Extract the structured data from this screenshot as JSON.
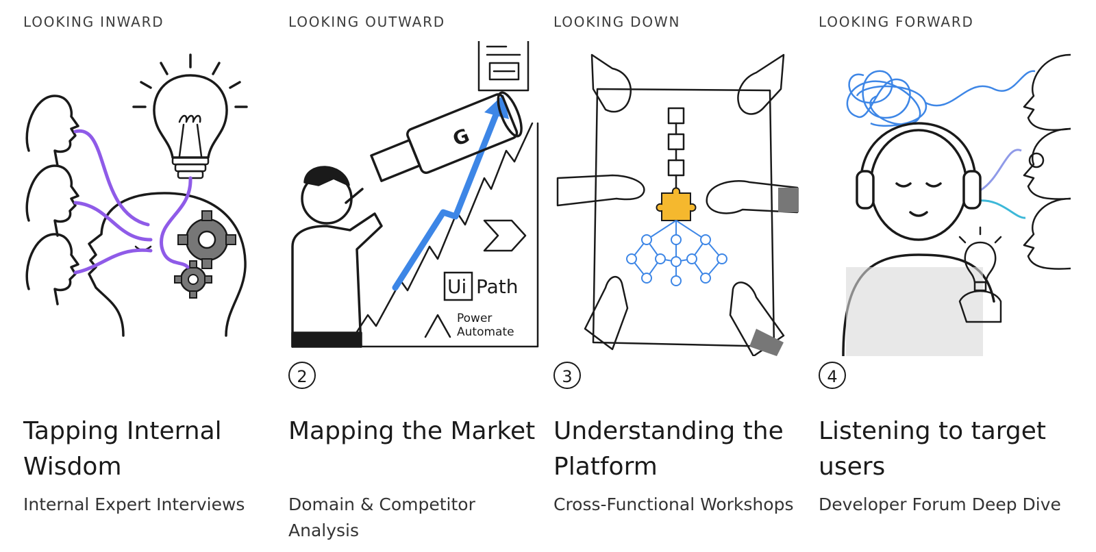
{
  "columns": [
    {
      "eyebrow": "LOOKING INWARD",
      "number": "",
      "title": "Tapping Internal Wisdom",
      "subtitle": "Internal Expert Interviews",
      "illustration": "head-lightbulb-gears-icon"
    },
    {
      "eyebrow": "LOOKING OUTWARD",
      "number": "2",
      "title": "Mapping the Market",
      "subtitle": "Domain & Competitor Analysis",
      "illustration": "telescope-growth-chart-icon",
      "logos": {
        "g": "G",
        "uipath_a": "Ui",
        "uipath_b": "Path",
        "power": "Power",
        "automate": "Automate"
      }
    },
    {
      "eyebrow": "LOOKING DOWN",
      "number": "3",
      "title": "Understanding the Platform",
      "subtitle": "Cross-Functional Workshops",
      "illustration": "hands-puzzle-board-icon"
    },
    {
      "eyebrow": "LOOKING FORWARD",
      "number": "4",
      "title": "Listening to target users",
      "subtitle": "Developer Forum Deep Dive",
      "illustration": "headphones-listener-icon"
    }
  ],
  "colors": {
    "accent_yellow": "#f5b82e",
    "purple": "#8f5be8",
    "blue": "#3d86e6",
    "ink": "#1a1a1a"
  }
}
